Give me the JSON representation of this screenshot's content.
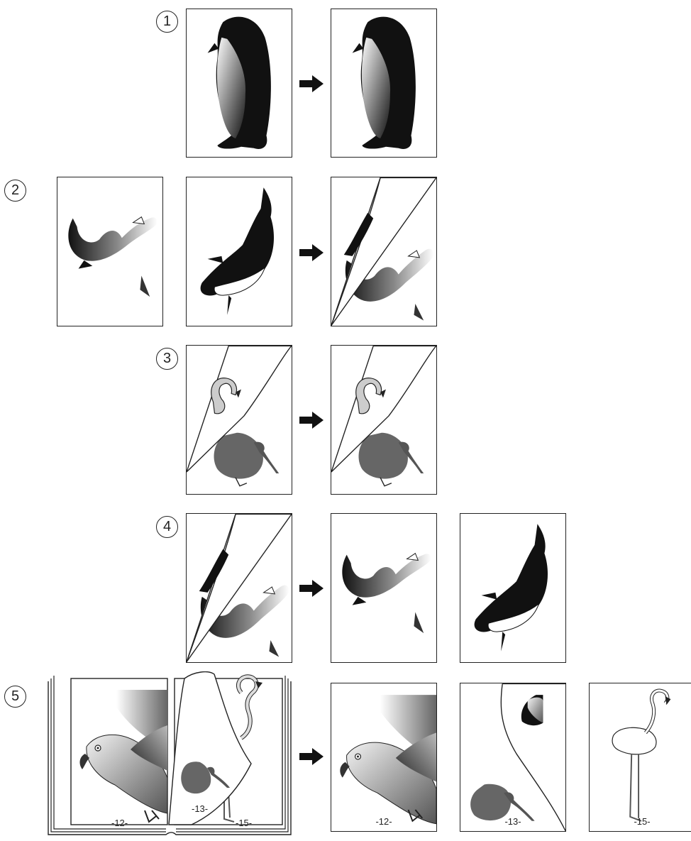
{
  "steps": [
    {
      "label": "1"
    },
    {
      "label": "2"
    },
    {
      "label": "3"
    },
    {
      "label": "4"
    },
    {
      "label": "5"
    }
  ],
  "book": {
    "left_page_number": "-12-",
    "curl_page_number": "-13-",
    "right_page_number": "-15-"
  },
  "outputs": {
    "page_12": "-12-",
    "page_13": "-13-",
    "page_15": "-15-"
  },
  "colors": {
    "line": "#222222",
    "dark_fill": "#111111",
    "mid_gray": "#777777",
    "light_gray": "#cccccc"
  },
  "icons": [
    "penguin-icon",
    "shark-icon",
    "orca-icon",
    "flamingo-icon",
    "kiwi-icon",
    "parrot-icon",
    "arrow-right-icon"
  ]
}
